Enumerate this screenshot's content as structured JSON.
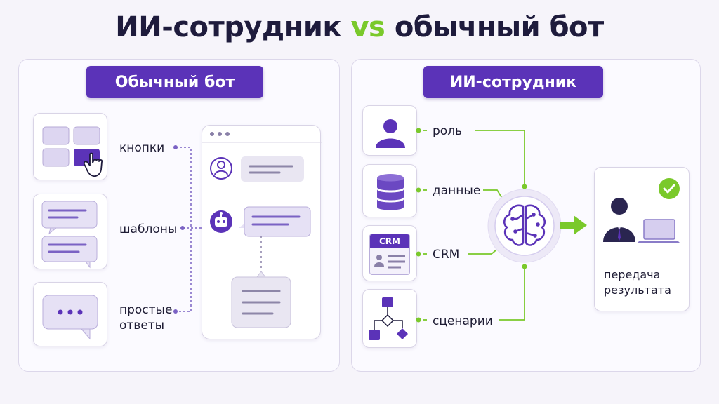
{
  "title": {
    "part1": "ИИ-сотрудник",
    "vs": "vs",
    "part2": "обычный бот"
  },
  "left": {
    "header": "Обычный бот",
    "labels": {
      "buttons": "кнопки",
      "templates": "шаблоны",
      "simple_answers": "простые\nответы"
    }
  },
  "right": {
    "header": "ИИ-сотрудник",
    "labels": {
      "role": "роль",
      "data": "данные",
      "crm": "CRM",
      "scenarios": "сценарии"
    },
    "crm_card_text": "CRM",
    "result": "передача\nрезультата"
  },
  "colors": {
    "accent_purple": "#5b33b8",
    "light_purple": "#d9d2f0",
    "accent_green": "#7ac92b",
    "dark_text": "#1e1b3c"
  },
  "icons": [
    "cursor-hand-icon",
    "chat-bubble-icon",
    "user-avatar-icon",
    "robot-icon",
    "person-icon",
    "database-icon",
    "crm-card-icon",
    "flowchart-icon",
    "brain-icon",
    "arrow-right-icon",
    "check-circle-icon",
    "laptop-person-icon"
  ]
}
